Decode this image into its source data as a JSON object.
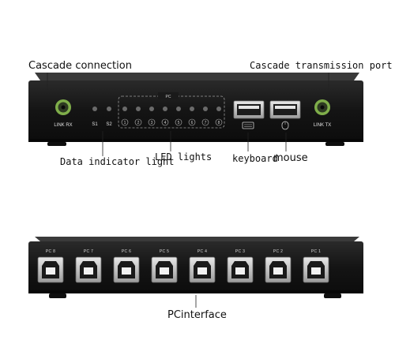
{
  "callouts": {
    "cascade_connection": "Cascade connection",
    "cascade_transmission_port": "Cascade transmission port",
    "data_indicator_light": "Data indicator light",
    "led_lights": "LED lights",
    "keyboard": "keyboard",
    "mouse": "mouse",
    "pc_interface": "PCinterface"
  },
  "front_panel": {
    "link_rx": "LINK RX",
    "link_tx": "LINK TX",
    "s1": "S1",
    "s2": "S2",
    "pc_group": "PC",
    "leds": [
      "1",
      "2",
      "3",
      "4",
      "5",
      "6",
      "7",
      "8"
    ]
  },
  "back_panel": {
    "ports": [
      "PC 8",
      "PC 7",
      "PC 6",
      "PC 5",
      "PC 4",
      "PC 3",
      "PC 2",
      "PC 1"
    ]
  },
  "colors": {
    "device_body": "#1b1b1b",
    "port_green": "#7fae4a",
    "usb_metal": "#c9c9c9"
  }
}
